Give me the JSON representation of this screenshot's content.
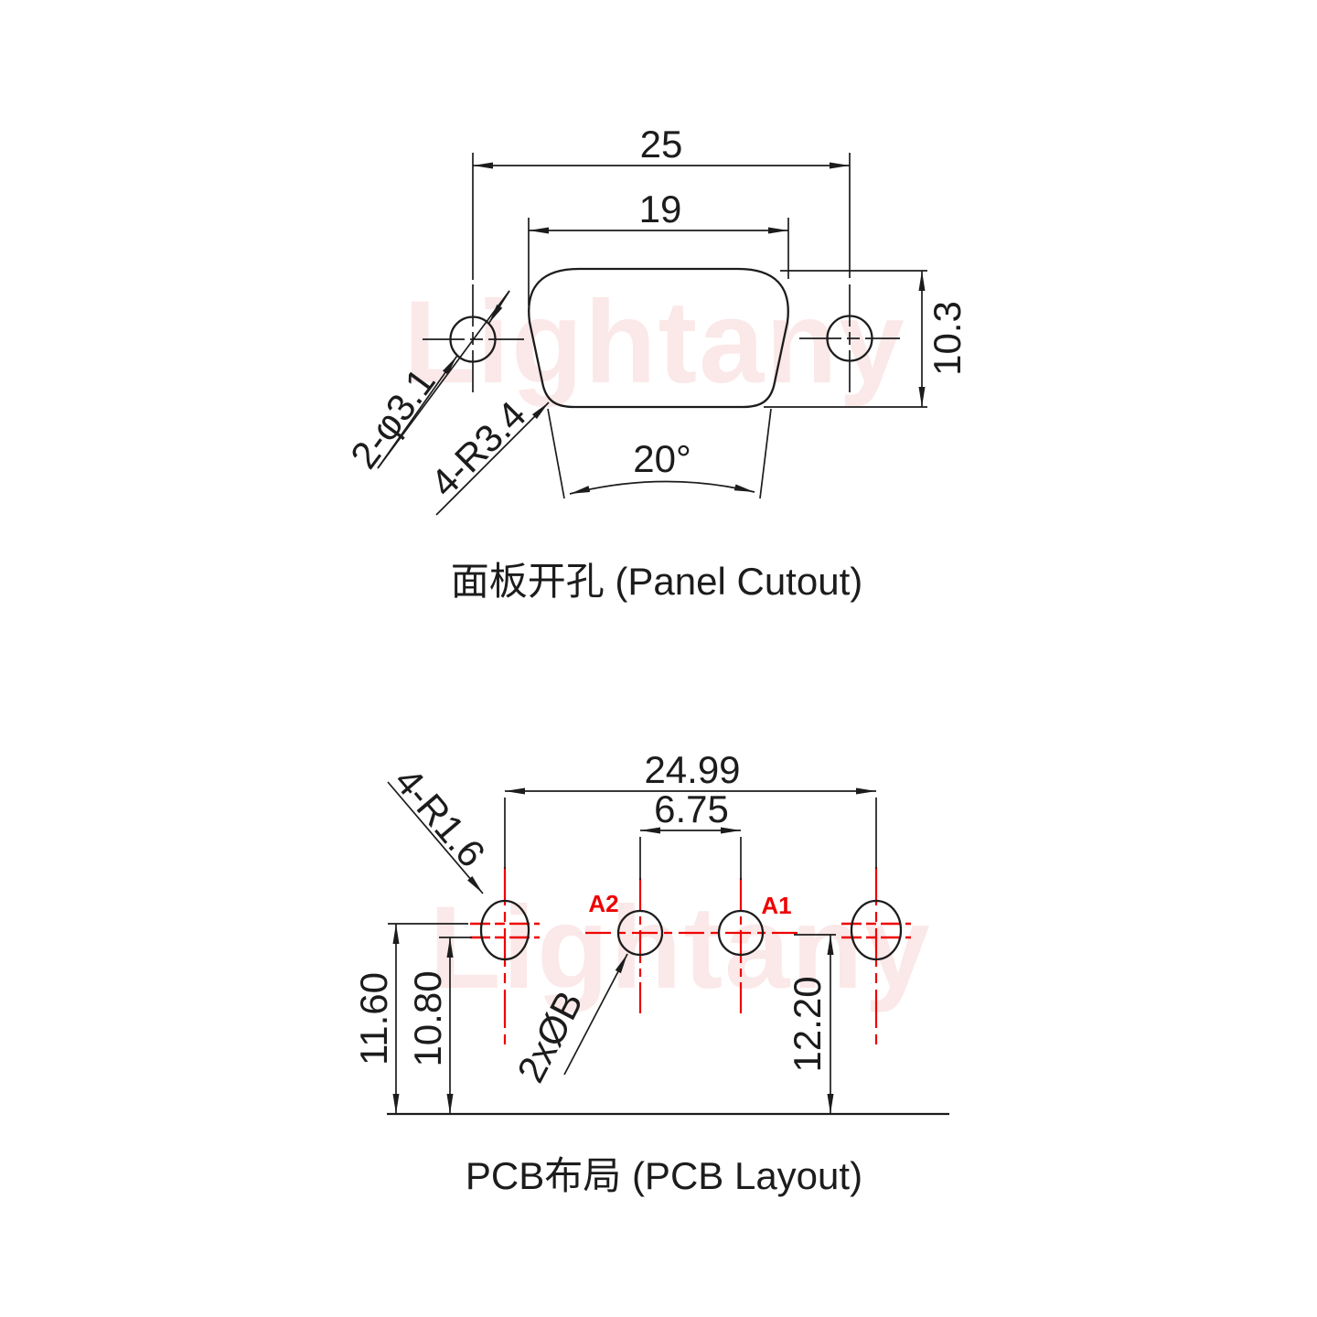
{
  "colors": {
    "line": "#1c1c1c",
    "accent_red": "#ee0000",
    "watermark_pink": "#fbe8e8",
    "background": "#ffffff"
  },
  "watermark": {
    "text": "Lightany"
  },
  "panel_cutout": {
    "title": "面板开孔 (Panel Cutout)",
    "dim_width_outer": "25",
    "dim_width_cutout": "19",
    "dim_height": "10.3",
    "label_mount_holes": "2-φ3.1",
    "label_corner_radius": "4-R3.4",
    "label_side_angle": "20°"
  },
  "pcb_layout": {
    "title": "PCB布局 (PCB Layout)",
    "dim_mount_span": "24.99",
    "dim_pin_pitch": "6.75",
    "dim_height_outer": "11.60",
    "dim_height_inner": "10.80",
    "dim_pin_height": "12.20",
    "label_pad_radius": "4-R1.6",
    "label_pin_dia": "2xØB",
    "pin_labels": [
      "A2",
      "A1"
    ]
  }
}
